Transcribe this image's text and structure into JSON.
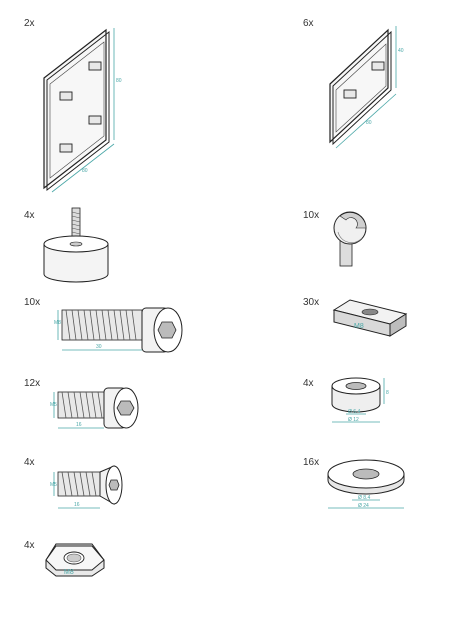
{
  "colors": {
    "line": "#222222",
    "dimension": "#4aa7a7",
    "fill_light": "#f2f2f2",
    "fill_mid": "#d6d6d6",
    "fill_dark": "#9a9a9a"
  },
  "parts": {
    "end_cap_large": {
      "qty": "2x",
      "dim_a": "80",
      "dim_b": "80"
    },
    "end_cap_small": {
      "qty": "6x",
      "dim_a": "40",
      "dim_b": "80"
    },
    "leveling_foot": {
      "qty": "4x"
    },
    "t_bolt": {
      "qty": "10x"
    },
    "bolt_m8x30": {
      "qty": "10x",
      "dim_d": "M8",
      "dim_l": "30"
    },
    "slot_nut": {
      "qty": "30x",
      "label": "M8"
    },
    "bolt_m5x16": {
      "qty": "12x",
      "dim_d": "M5",
      "dim_l": "16"
    },
    "spacer_ring": {
      "qty": "4x",
      "dim_inner": "Ø 6.4",
      "dim_outer": "Ø 12",
      "dim_h": "8"
    },
    "countersunk_bolt": {
      "qty": "4x",
      "dim_d": "M5",
      "dim_l": "16"
    },
    "washer_large": {
      "qty": "16x",
      "dim_inner": "Ø 8.4",
      "dim_outer": "Ø 24"
    },
    "hex_nut": {
      "qty": "4x",
      "label": "M8"
    }
  }
}
